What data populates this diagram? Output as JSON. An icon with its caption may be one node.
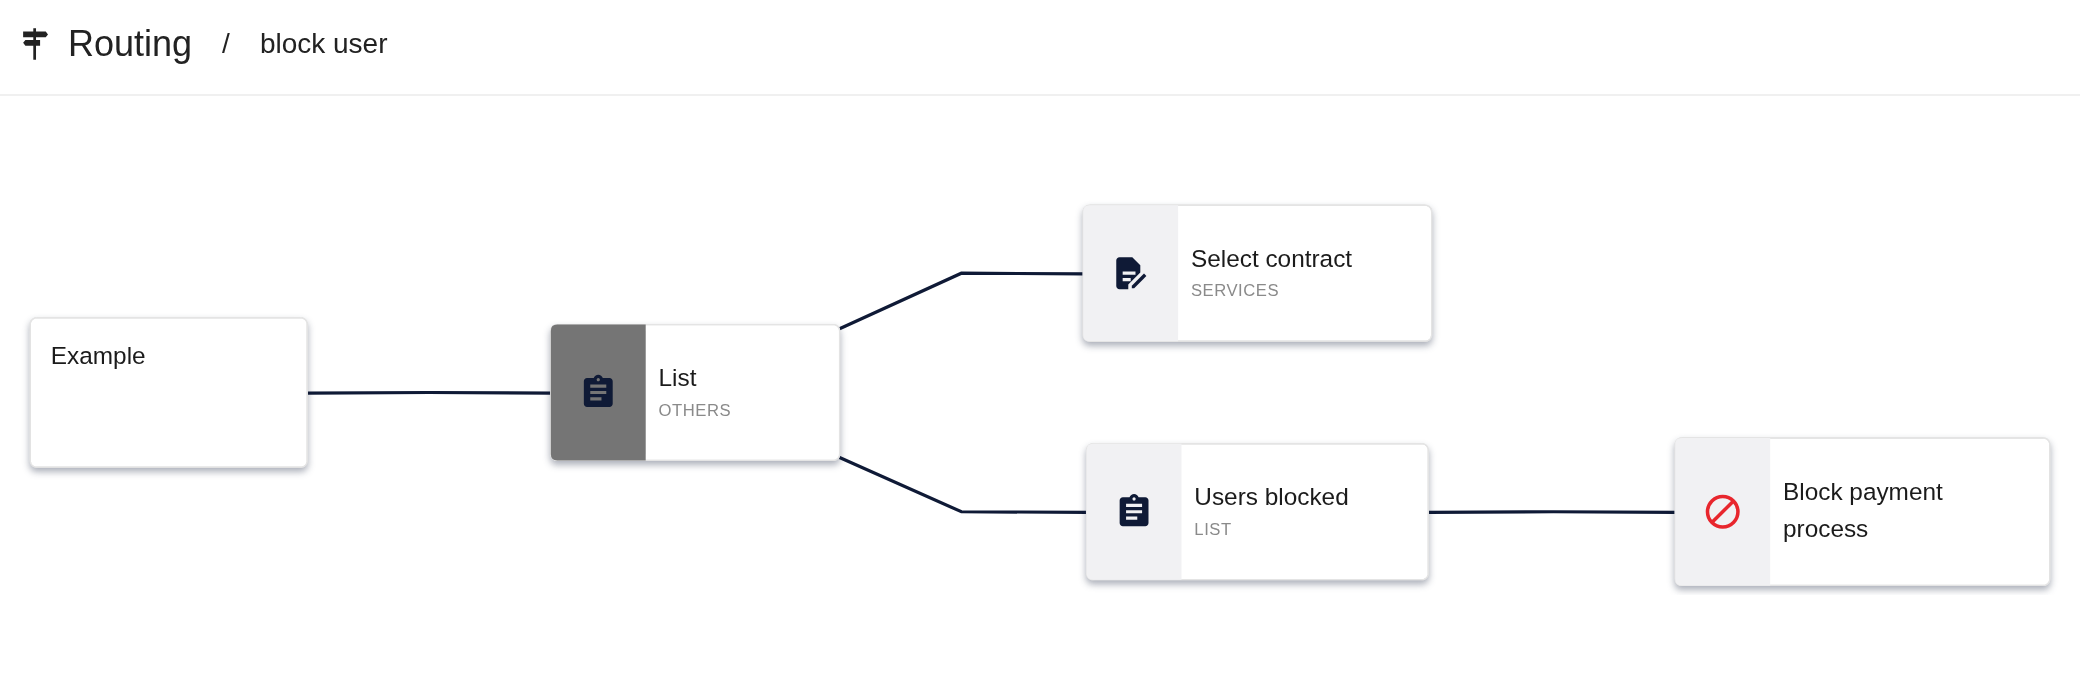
{
  "diagram": {
    "title": "Routing",
    "nodes": [
      {
        "text": [
          "Example"
        ]
      },
      {
        "text": [
          "List",
          "OTHERS"
        ]
      },
      {
        "text": [
          "Select contract",
          "SERVICES"
        ]
      },
      {
        "text": [
          "Users blocked",
          "LIST"
        ]
      },
      {
        "text": [
          "Block payment process"
        ]
      }
    ],
    "edges": [
      {
        "from": 0,
        "to": 1,
        "arrow": "none"
      },
      {
        "from": 1,
        "to": 2,
        "arrow": "none"
      },
      {
        "from": 1,
        "to": 3,
        "arrow": "none"
      },
      {
        "from": 3,
        "to": 4,
        "arrow": "none"
      }
    ],
    "labels": [
      "/",
      "block user"
    ]
  }
}
